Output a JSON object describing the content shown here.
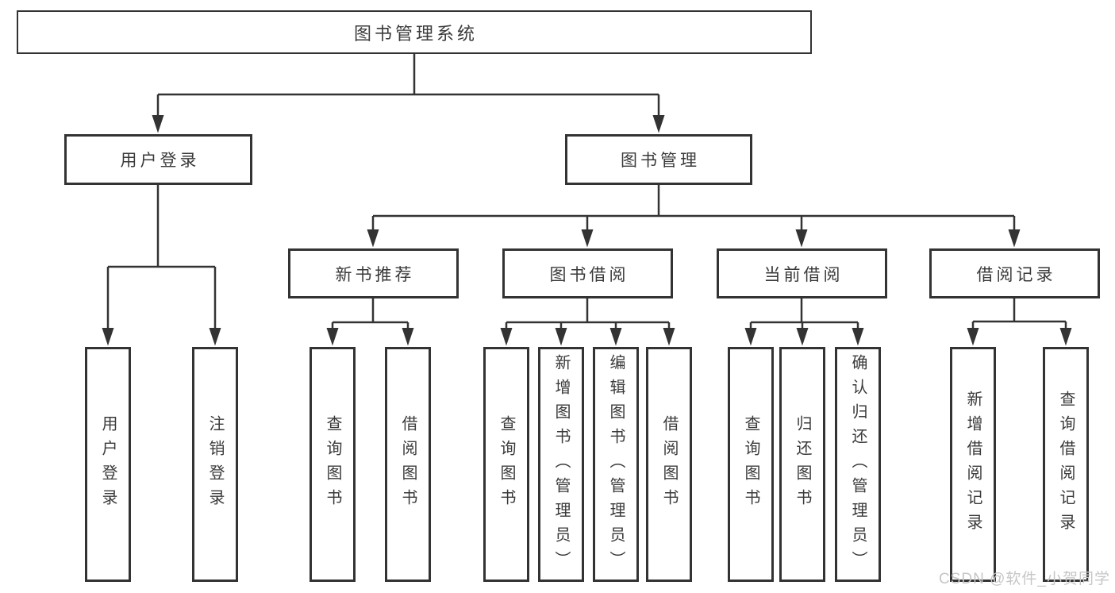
{
  "diagram": {
    "root": {
      "label": "图书管理系统"
    },
    "level2": [
      {
        "label": "用户登录"
      },
      {
        "label": "图书管理"
      }
    ],
    "level3": [
      {
        "label": "新书推荐",
        "parent": "图书管理"
      },
      {
        "label": "图书借阅",
        "parent": "图书管理"
      },
      {
        "label": "当前借阅",
        "parent": "图书管理"
      },
      {
        "label": "借阅记录",
        "parent": "图书管理"
      }
    ],
    "leaves": [
      {
        "label": "用户登录",
        "parent": "用户登录"
      },
      {
        "label": "注销登录",
        "parent": "用户登录"
      },
      {
        "label": "查询图书",
        "parent": "新书推荐"
      },
      {
        "label": "借阅图书",
        "parent": "新书推荐"
      },
      {
        "label": "查询图书",
        "parent": "图书借阅"
      },
      {
        "label": "新增图书（管理员）",
        "parent": "图书借阅"
      },
      {
        "label": "编辑图书（管理员）",
        "parent": "图书借阅"
      },
      {
        "label": "借阅图书",
        "parent": "图书借阅"
      },
      {
        "label": "查询图书",
        "parent": "当前借阅"
      },
      {
        "label": "归还图书",
        "parent": "当前借阅"
      },
      {
        "label": "确认归还（管理员）",
        "parent": "当前借阅"
      },
      {
        "label": "新增借阅记录",
        "parent": "借阅记录"
      },
      {
        "label": "查询借阅记录",
        "parent": "借阅记录"
      }
    ],
    "watermark": "CSDN @软件_小贺同学",
    "colors": {
      "line": "#333333",
      "box_border": "#333333",
      "text": "#3a3a3a",
      "background": "#ffffff",
      "watermark": "#c6c6c6"
    }
  }
}
